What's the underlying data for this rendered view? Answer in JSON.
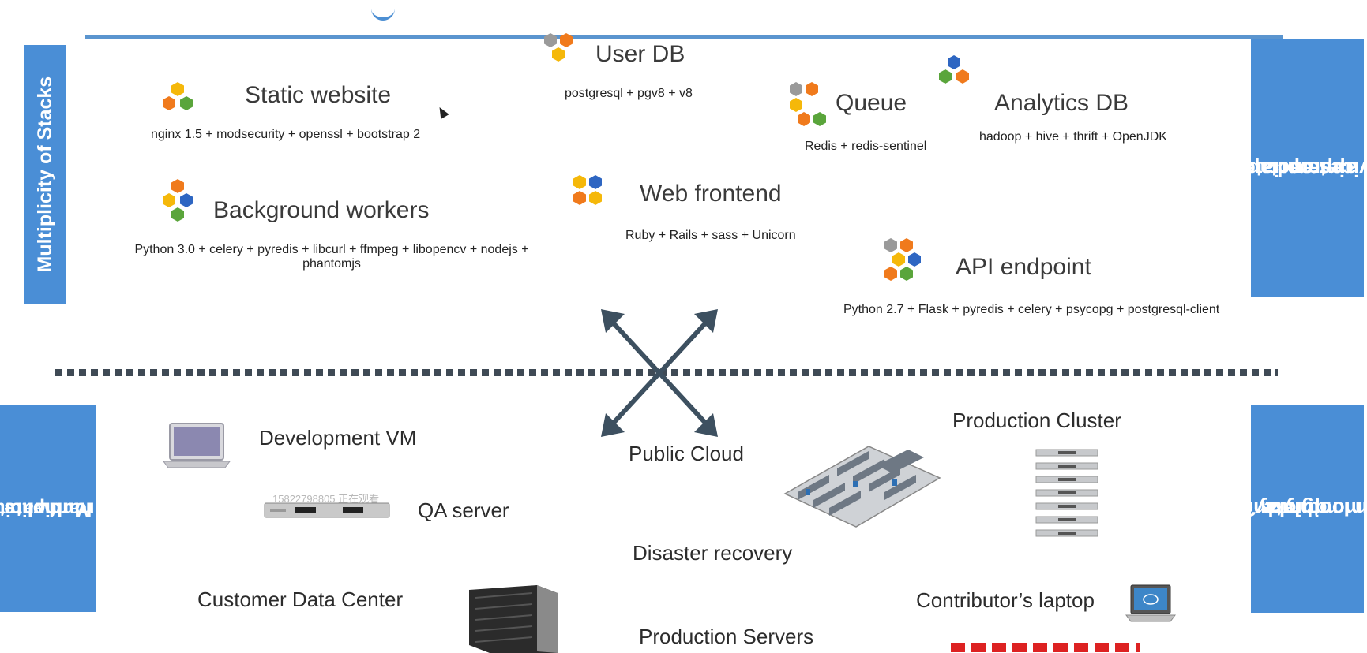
{
  "left_labels": {
    "stacks": "Multiplicity of Stacks",
    "hardware_lines": [
      "Multiplicity of",
      "hardware",
      "environments"
    ]
  },
  "right_labels": {
    "interact_lines": [
      "Do services and apps",
      "interact",
      "appropriately?"
    ],
    "migrate_lines": [
      "Can I migrate",
      "smoothly and",
      "quickly?"
    ]
  },
  "stacks": {
    "static_website": {
      "title": "Static website",
      "sub": "nginx 1.5 + modsecurity + openssl + bootstrap 2"
    },
    "user_db": {
      "title": "User DB",
      "sub": "postgresql + pgv8 + v8"
    },
    "queue": {
      "title": "Queue",
      "sub": "Redis + redis-sentinel"
    },
    "analytics_db": {
      "title": "Analytics DB",
      "sub": "hadoop + hive + thrift + OpenJDK"
    },
    "background_workers": {
      "title": "Background workers",
      "sub_lines": [
        "Python 3.0 + celery + pyredis + libcurl + ffmpeg + libopencv + nodejs +",
        "phantomjs"
      ]
    },
    "web_frontend": {
      "title": "Web frontend",
      "sub": "Ruby + Rails + sass + Unicorn"
    },
    "api_endpoint": {
      "title": "API endpoint",
      "sub": "Python 2.7 + Flask + pyredis + celery + psycopg + postgresql-client"
    }
  },
  "environments": {
    "development_vm": "Development VM",
    "qa_server": "QA server",
    "public_cloud": "Public Cloud",
    "production_cluster": "Production Cluster",
    "disaster_recovery": "Disaster recovery",
    "customer_data_center": "Customer Data Center",
    "contributors_laptop": "Contributor’s laptop",
    "production_servers": "Production Servers"
  },
  "watermark": "15822798805 正在观看",
  "icons": {
    "stack_logo": "hexagon-cluster-icon",
    "laptop": "laptop-icon",
    "server": "rack-server-icon",
    "datacenter": "datacenter-icon",
    "cluster": "server-stack-icon",
    "blade": "blade-server-icon",
    "arrows": "cross-arrows-icon"
  },
  "colors": {
    "accent_blue": "#4a8ed6",
    "hex_orange": "#f07a1c",
    "hex_yellow": "#f5b80a",
    "hex_green": "#5aa53b",
    "hex_blue": "#2e66c2",
    "hex_gray": "#9a9a9a"
  }
}
